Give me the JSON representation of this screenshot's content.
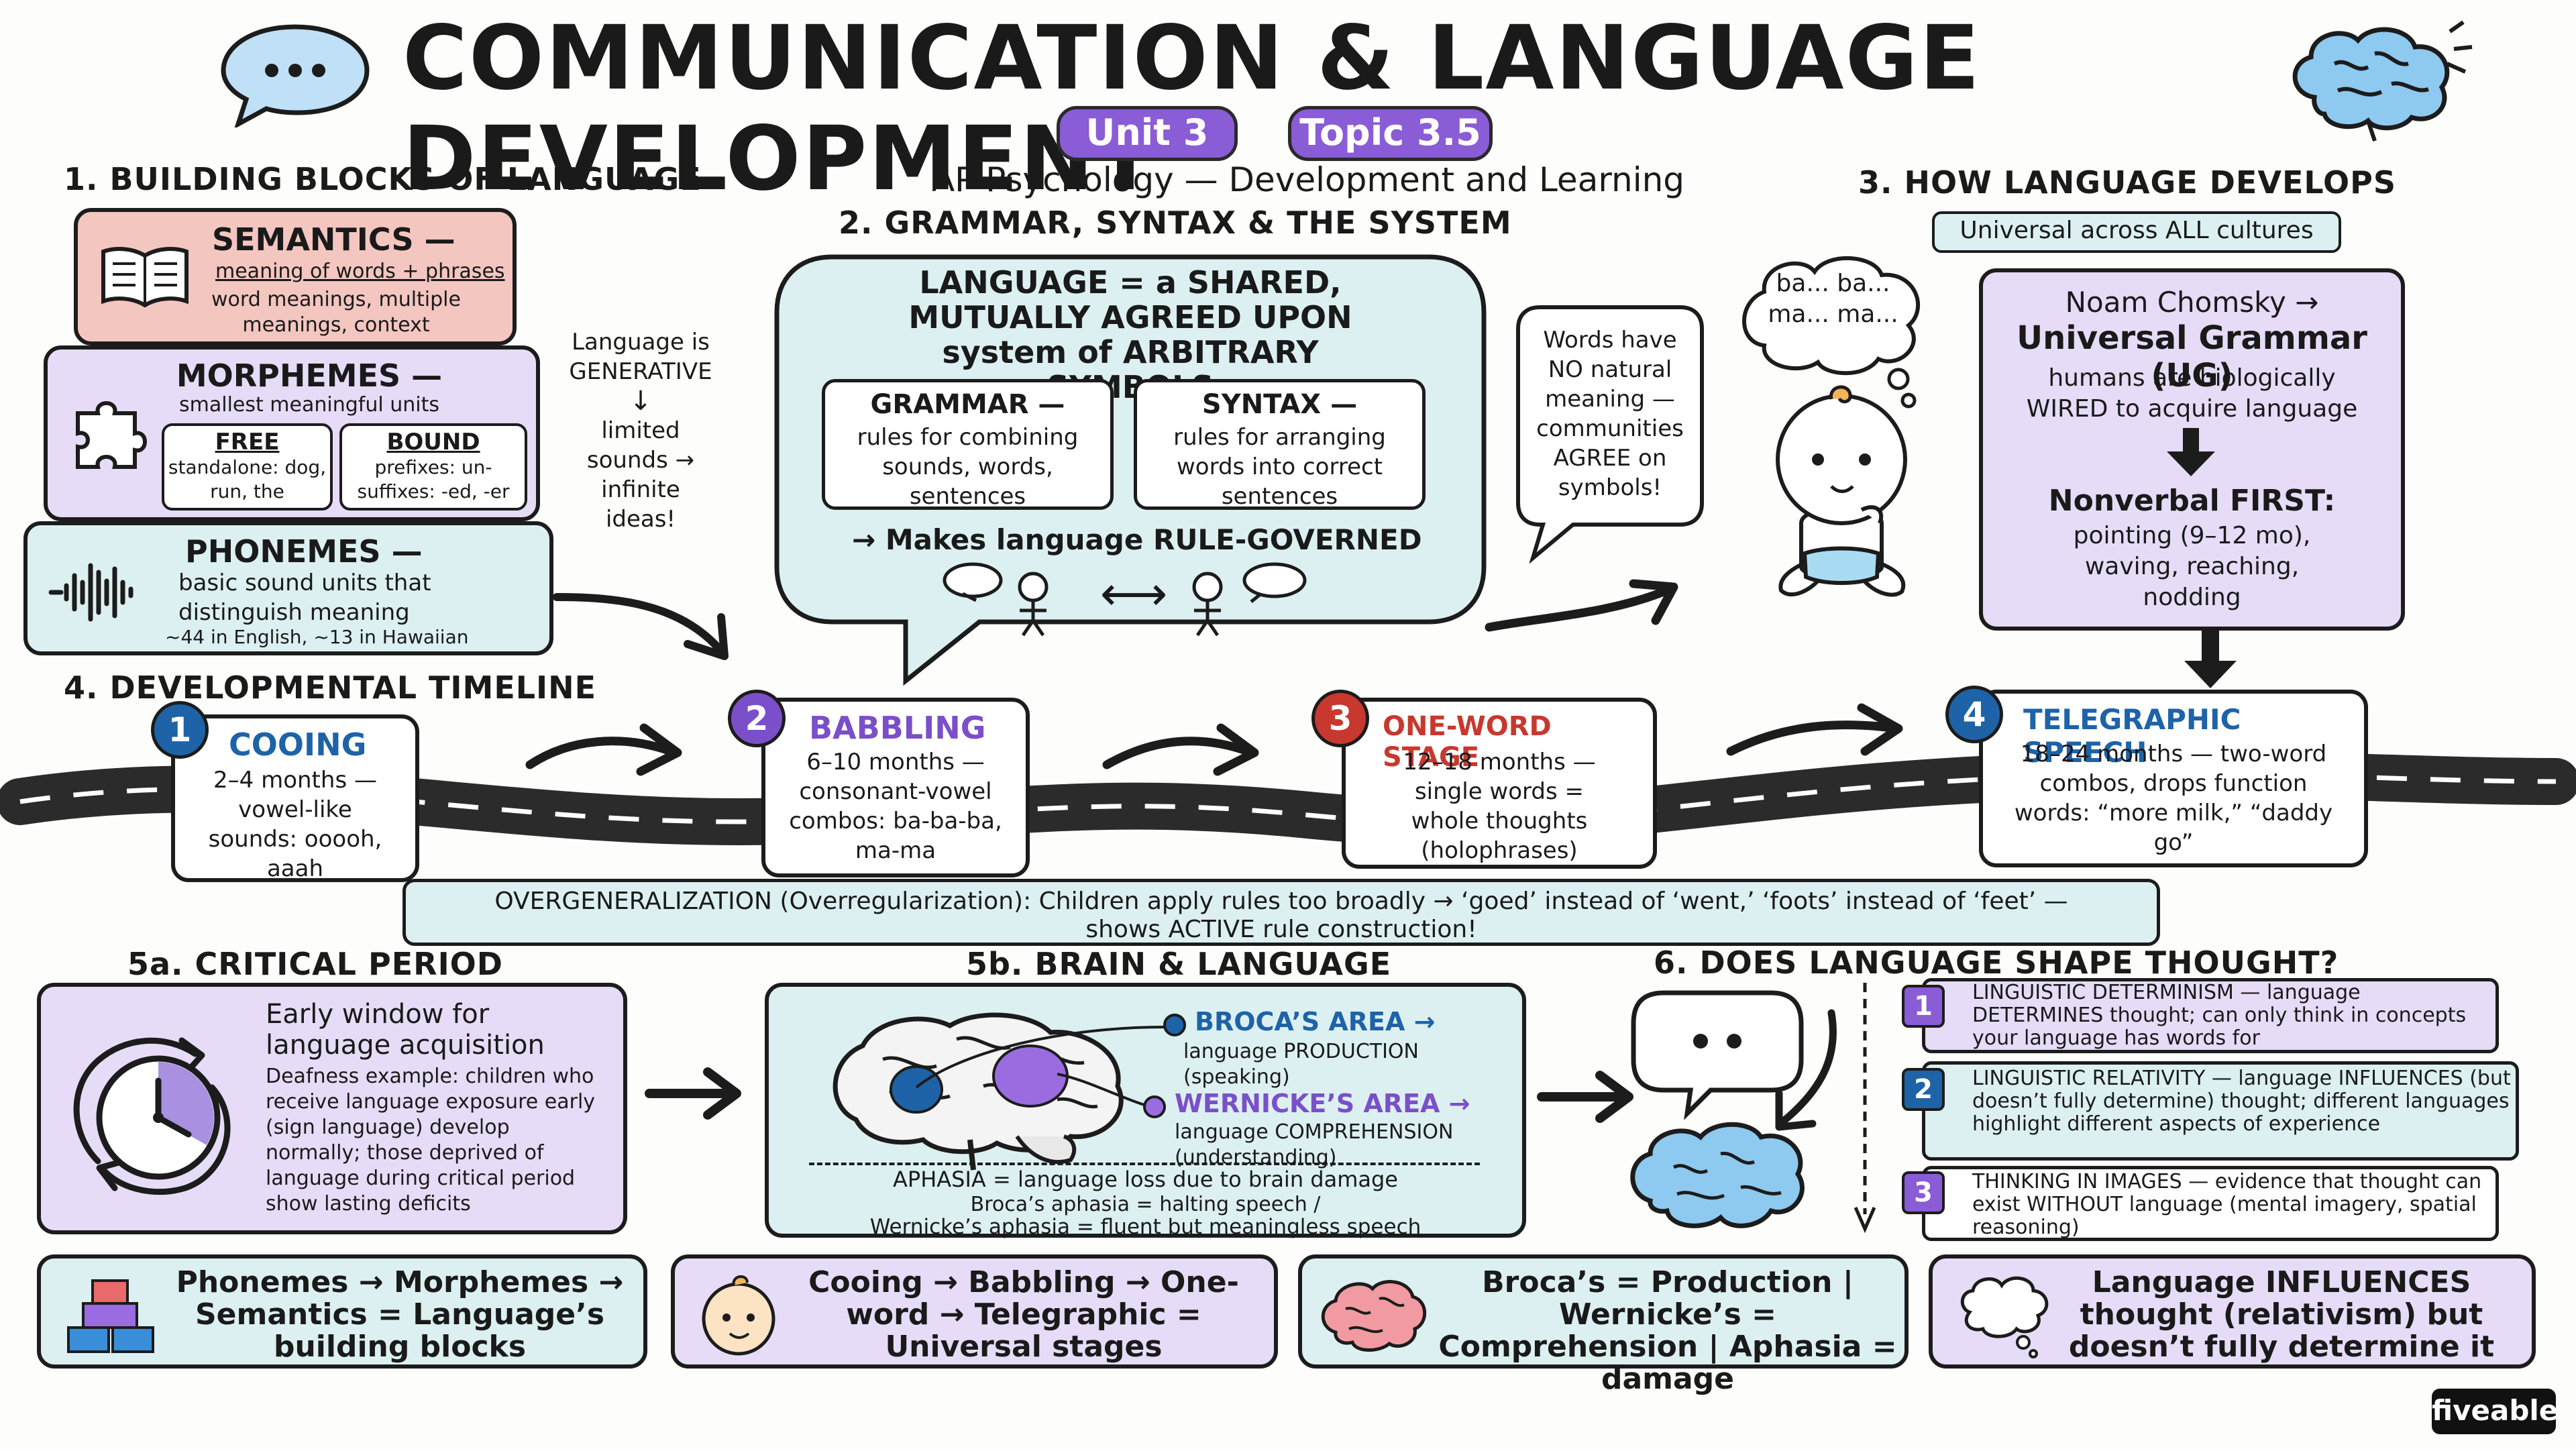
{
  "header": {
    "title": "COMMUNICATION & LANGUAGE DEVELOPMENT",
    "unit": "Unit 3",
    "topic": "Topic 3.5",
    "subtitle": "AP Psychology — Development and Learning"
  },
  "s1": {
    "title": "1. BUILDING BLOCKS OF LANGUAGE",
    "semantics": {
      "title": "SEMANTICS —",
      "sub": "meaning of words + phrases",
      "body": "word meanings, multiple meanings, context"
    },
    "morphemes": {
      "title": "MORPHEMES —",
      "sub": "smallest meaningful units",
      "free": {
        "title": "FREE",
        "body": "standalone: dog, run, the"
      },
      "bound": {
        "title": "BOUND",
        "body": "prefixes: un- suffixes: -ed, -er"
      }
    },
    "phonemes": {
      "title": "PHONEMES —",
      "body": "basic sound units that distinguish meaning",
      "note": "~44 in English, ~13 in Hawaiian"
    },
    "generative": {
      "l1": "Language is",
      "l2": "GENERATIVE",
      "arrow": "↓",
      "l3": "limited",
      "l4": "sounds →",
      "l5": "infinite",
      "l6": "ideas!"
    }
  },
  "s2": {
    "title": "2. GRAMMAR, SYNTAX & THE SYSTEM",
    "main": "LANGUAGE = a SHARED, MUTUALLY AGREED UPON system of ARBITRARY SYMBOLS",
    "grammar": {
      "title": "GRAMMAR —",
      "body": "rules for combining sounds, words, sentences"
    },
    "syntax": {
      "title": "SYNTAX —",
      "body": "rules for arranging words into correct sentences"
    },
    "rule": "→ Makes language RULE-GOVERNED",
    "exchange": "⟷",
    "words": "Words have NO natural meaning — communities AGREE on symbols!"
  },
  "s3": {
    "title": "3. HOW LANGUAGE DEVELOPS",
    "universal": "Universal across ALL cultures",
    "baby_thought": "ba... ba... ma... ma...",
    "chomsky": "Noam Chomsky →",
    "ug": "Universal Grammar (UG)",
    "wired": "humans are biologically WIRED to acquire language",
    "nonverbal": "Nonverbal FIRST:",
    "nonverbal_body": "pointing (9–12 mo), waving, reaching, nodding"
  },
  "s4": {
    "title": "4. DEVELOPMENTAL TIMELINE",
    "stages": [
      {
        "num": "1",
        "title": "COOING",
        "body": "2–4 months — vowel-like sounds: ooooh, aaah",
        "color": "#1e63a8"
      },
      {
        "num": "2",
        "title": "BABBLING",
        "body": "6–10 months — consonant-vowel combos: ba-ba-ba, ma-ma",
        "color": "#7b4fc9"
      },
      {
        "num": "3",
        "title": "ONE-WORD STAGE",
        "body": "12–18 months — single words = whole thoughts (holophrases)",
        "color": "#c8382e"
      },
      {
        "num": "4",
        "title": "TELEGRAPHIC SPEECH",
        "body": "18–24 months — two-word combos, drops function words: “more milk,” “daddy go”",
        "color": "#1e63a8"
      }
    ],
    "overgen_l1": "OVERGENERALIZATION (Overregularization): Children apply rules too broadly → ‘goed’ instead of ‘went,’ ‘foots’ instead of ‘feet’ —",
    "overgen_l2": "shows ACTIVE rule construction!"
  },
  "s5a": {
    "title": "5a. CRITICAL PERIOD",
    "head": "Early window for language acquisition",
    "body": "Deafness example: children who receive language exposure early (sign language) develop normally; those deprived of language during critical period show lasting deficits"
  },
  "s5b": {
    "title": "5b. BRAIN & LANGUAGE",
    "broca": {
      "title": "BROCA’S AREA →",
      "body": "language PRODUCTION (speaking)"
    },
    "wernicke": {
      "title": "WERNICKE’S AREA →",
      "body": "language COMPREHENSION (understanding)"
    },
    "aphasia": "APHASIA = language loss due to brain damage",
    "broca_aph": "Broca’s aphasia = halting speech /",
    "wernicke_aph": "Wernicke’s aphasia = fluent but meaningless speech"
  },
  "s6": {
    "title": "6. DOES LANGUAGE SHAPE THOUGHT?",
    "items": [
      {
        "num": "1",
        "text": "LINGUISTIC DETERMINISM — language DETERMINES thought; can only think in concepts your language has words for"
      },
      {
        "num": "2",
        "text": "LINGUISTIC RELATIVITY — language INFLUENCES (but doesn’t fully determine) thought; different languages highlight different aspects of experience"
      },
      {
        "num": "3",
        "text": "THINKING IN IMAGES — evidence that thought can exist WITHOUT language (mental imagery, spatial reasoning)"
      }
    ]
  },
  "summary": [
    "Phonemes → Morphemes → Semantics = Language’s building blocks",
    "Cooing → Babbling → One-word → Telegraphic = Universal stages",
    "Broca’s = Production | Wernicke’s = Comprehension | Aphasia = damage",
    "Language INFLUENCES thought (relativism) but doesn’t fully determine it"
  ],
  "brand": "fiveable",
  "colors": {
    "purple": "#8a5cd6",
    "blue": "#1e63a8",
    "red": "#c8382e",
    "lilac": "#e6dcf7",
    "aqua": "#dcf0f1",
    "salmon": "#f4c6c0"
  }
}
